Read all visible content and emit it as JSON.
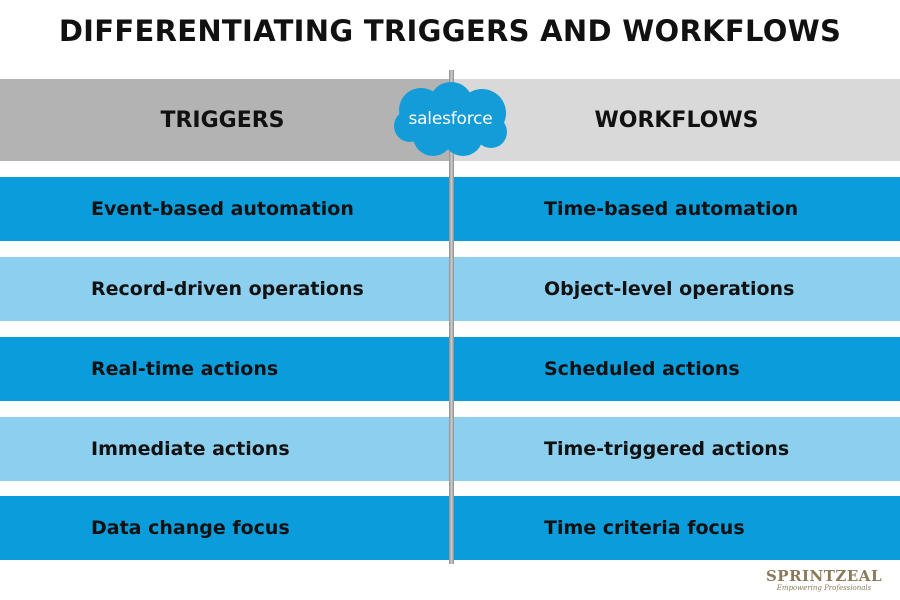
{
  "title": "DIFFERENTIATING TRIGGERS AND WORKFLOWS",
  "columns": {
    "left": "TRIGGERS",
    "right": "WORKFLOWS"
  },
  "logo_text": "salesforce",
  "rows": [
    {
      "left": "Event-based automation",
      "right": "Time-based automation"
    },
    {
      "left": "Record-driven operations",
      "right": "Object-level operations"
    },
    {
      "left": "Real-time actions",
      "right": "Scheduled actions"
    },
    {
      "left": "Immediate actions",
      "right": "Time-triggered actions"
    },
    {
      "left": "Data change focus",
      "right": "Time criteria focus"
    }
  ],
  "brand": {
    "name": "SPRINTZEAL",
    "tagline": "Empowering Professionals"
  },
  "colors": {
    "header_left": "#b3b3b3",
    "header_right": "#d9d9d9",
    "row_dark": "#0b9cdb",
    "row_light": "#8ccfee",
    "logo": "#139cd8"
  }
}
